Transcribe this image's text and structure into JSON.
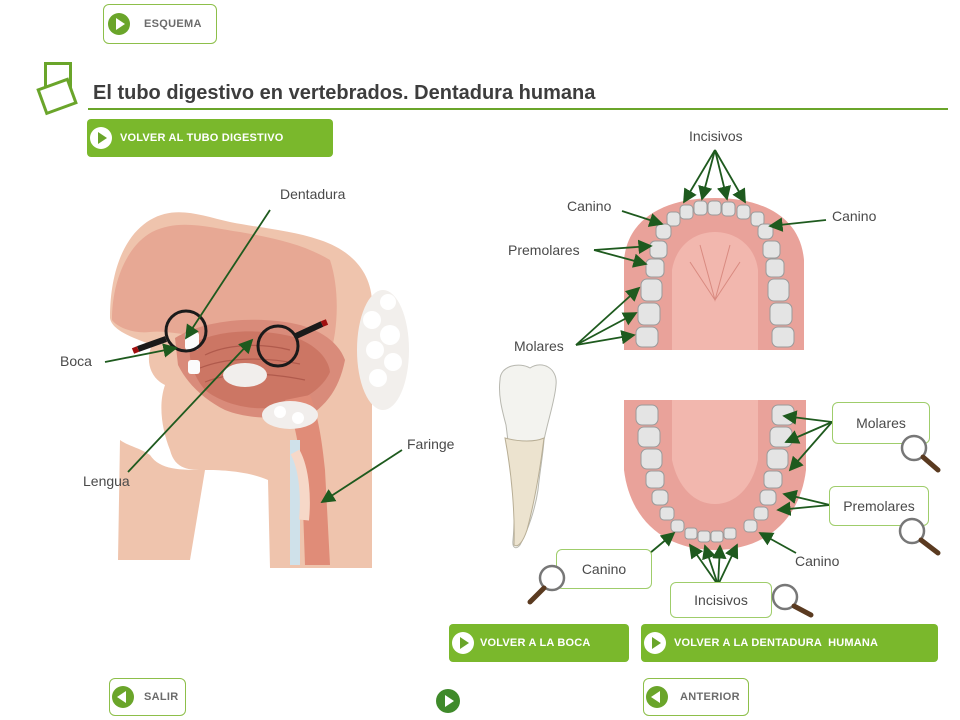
{
  "header": {
    "esquema_label": "ESQUEMA",
    "title": "El tubo digestivo en vertebrados. Dentadura humana",
    "volver_tubo_label": "VOLVER AL TUBO DIGESTIVO"
  },
  "mouth_diagram": {
    "labels": {
      "dentadura": "Dentadura",
      "boca": "Boca",
      "lengua": "Lengua",
      "faringe": "Faringe"
    }
  },
  "upper_jaw": {
    "labels": {
      "incisivos": "Incisivos",
      "canino_left": "Canino",
      "canino_right": "Canino",
      "premolares": "Premolares",
      "molares": "Molares"
    }
  },
  "lower_jaw": {
    "labels": {
      "molares": "Molares",
      "premolares": "Premolares",
      "canino_left": "Canino",
      "canino_right": "Canino",
      "incisivos": "Incisivos"
    }
  },
  "footer": {
    "volver_boca_label": "VOLVER A LA BOCA",
    "volver_dentadura_label": "VOLVER A LA DENTADURA  HUMANA",
    "salir_label": "SALIR",
    "anterior_label": "ANTERIOR"
  },
  "colors": {
    "accent": "#7ab82c",
    "arrow": "#1e5a1e",
    "gum": "#e8a29a",
    "tissue": "#e9b39a"
  }
}
